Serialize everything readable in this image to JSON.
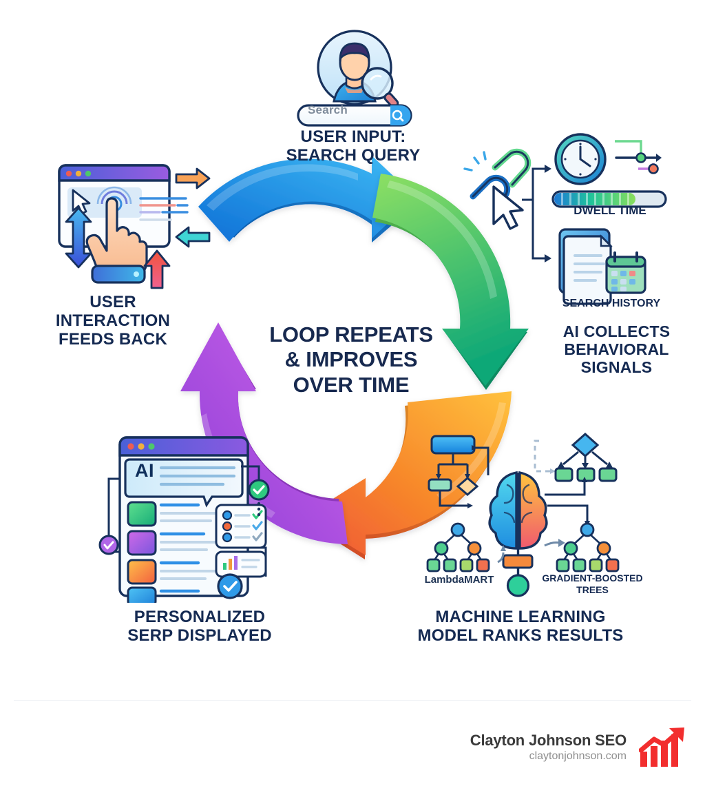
{
  "diagram": {
    "title_center": "LOOP REPEATS\n& IMPROVES\nOVER TIME",
    "background": "#ffffff",
    "ink": "#152a52",
    "nodes": [
      {
        "id": "user-input",
        "label": "USER INPUT:\nSEARCH QUERY",
        "position": "top",
        "icon": "person-with-magnifier-and-search-bar",
        "search_placeholder": "Search"
      },
      {
        "id": "ai-collects",
        "label": "AI COLLECTS\nBEHAVIORAL\nSIGNALS",
        "position": "right",
        "icon": "broken-link-cursor-clock-documents",
        "sub_labels": [
          "DWELL TIME",
          "SEARCH HISTORY"
        ],
        "dwell_progress_percent": 72
      },
      {
        "id": "ml-model",
        "label": "MACHINE LEARNING\nMODEL RANKS RESULTS",
        "position": "bottom-right",
        "icon": "brain-with-decision-trees",
        "sub_labels": [
          "LambdaMART",
          "GRADIENT-BOOSTED\nTREES"
        ]
      },
      {
        "id": "serp",
        "label": "PERSONALIZED\nSERP DISPLAYED",
        "position": "bottom-left",
        "icon": "browser-window-with-ai-results",
        "badge": "AI"
      },
      {
        "id": "user-interaction",
        "label": "USER\nINTERACTION\nFEEDS BACK",
        "position": "left",
        "icon": "browser-window-with-clicking-hand"
      }
    ],
    "arrows": [
      {
        "id": "arrow-blue",
        "from": "user-interaction",
        "to": "user-input",
        "color_start": "#1279e0",
        "color_end": "#39b6f2"
      },
      {
        "id": "arrow-green",
        "from": "user-input",
        "to": "ai-collects",
        "color_start": "#8ee063",
        "color_end": "#0fa877"
      },
      {
        "id": "arrow-orange",
        "from": "ai-collects",
        "to": "ml-model",
        "color_start": "#ffc13d",
        "color_end": "#ef5538"
      },
      {
        "id": "arrow-purple",
        "from": "serp",
        "to": "user-interaction",
        "color_start": "#8b3fd6",
        "color_end": "#c75ae8"
      }
    ]
  },
  "footer": {
    "brand_name": "Clayton Johnson SEO",
    "url": "claytonjohnson.com",
    "logo": "red-growth-bar-chart-arrow",
    "logo_color": "#f22e2e"
  }
}
